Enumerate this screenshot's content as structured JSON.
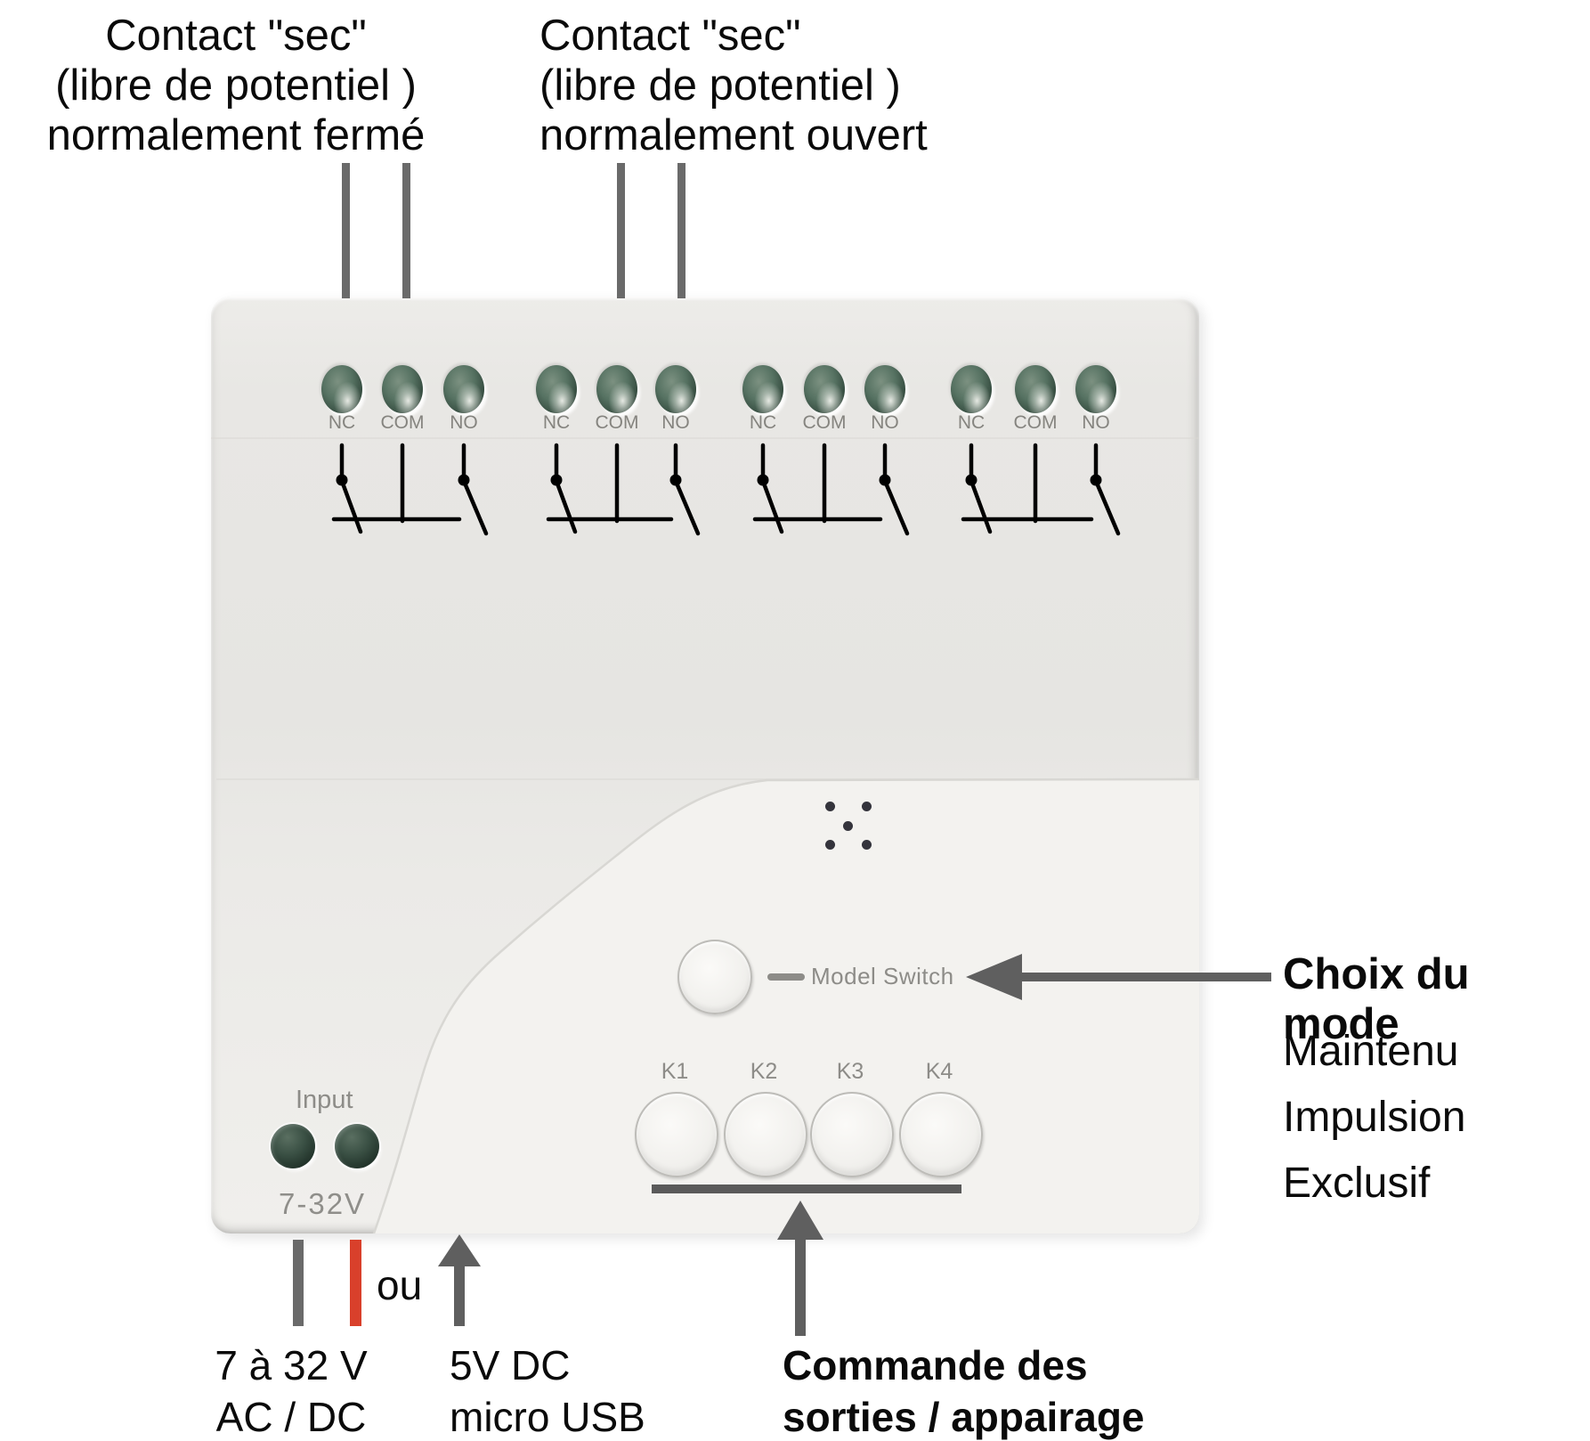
{
  "annotations": {
    "contact_nc": [
      "Contact \"sec\"",
      "(libre de potentiel )",
      "normalement fermé"
    ],
    "contact_no": [
      "Contact \"sec\"",
      "(libre de potentiel )",
      "normalement ouvert"
    ],
    "mode_title": "Choix du mode",
    "mode_options": [
      "Maintenu",
      "Impulsion",
      "Exclusif"
    ],
    "power_range": [
      "7 à 32 V",
      "AC / DC"
    ],
    "or_label": "ou",
    "usb": [
      "5V DC",
      "micro USB"
    ],
    "outputs": [
      "Commande des",
      "sorties / appairage"
    ]
  },
  "device": {
    "terminal_label_sets": [
      [
        "NC",
        "COM",
        "NO"
      ],
      [
        "NC",
        "COM",
        "NO"
      ],
      [
        "NC",
        "COM",
        "NO"
      ],
      [
        "NC",
        "COM",
        "NO"
      ]
    ],
    "model_switch": "Model Switch",
    "buttons": [
      "K1",
      "K2",
      "K3",
      "K4"
    ],
    "input_label": "Input",
    "input_voltage": "7-32V"
  },
  "colors": {
    "ink": "#0a0a0a",
    "accent_red": "#d9402b",
    "wire_gray": "#6a6a6a",
    "arrow_gray": "#5f5f5f",
    "print_gray": "#8d8c88",
    "terminal_green": "#4c685a",
    "case_gray": "#e8e7e4",
    "panel_color": "#f3f2ef"
  }
}
